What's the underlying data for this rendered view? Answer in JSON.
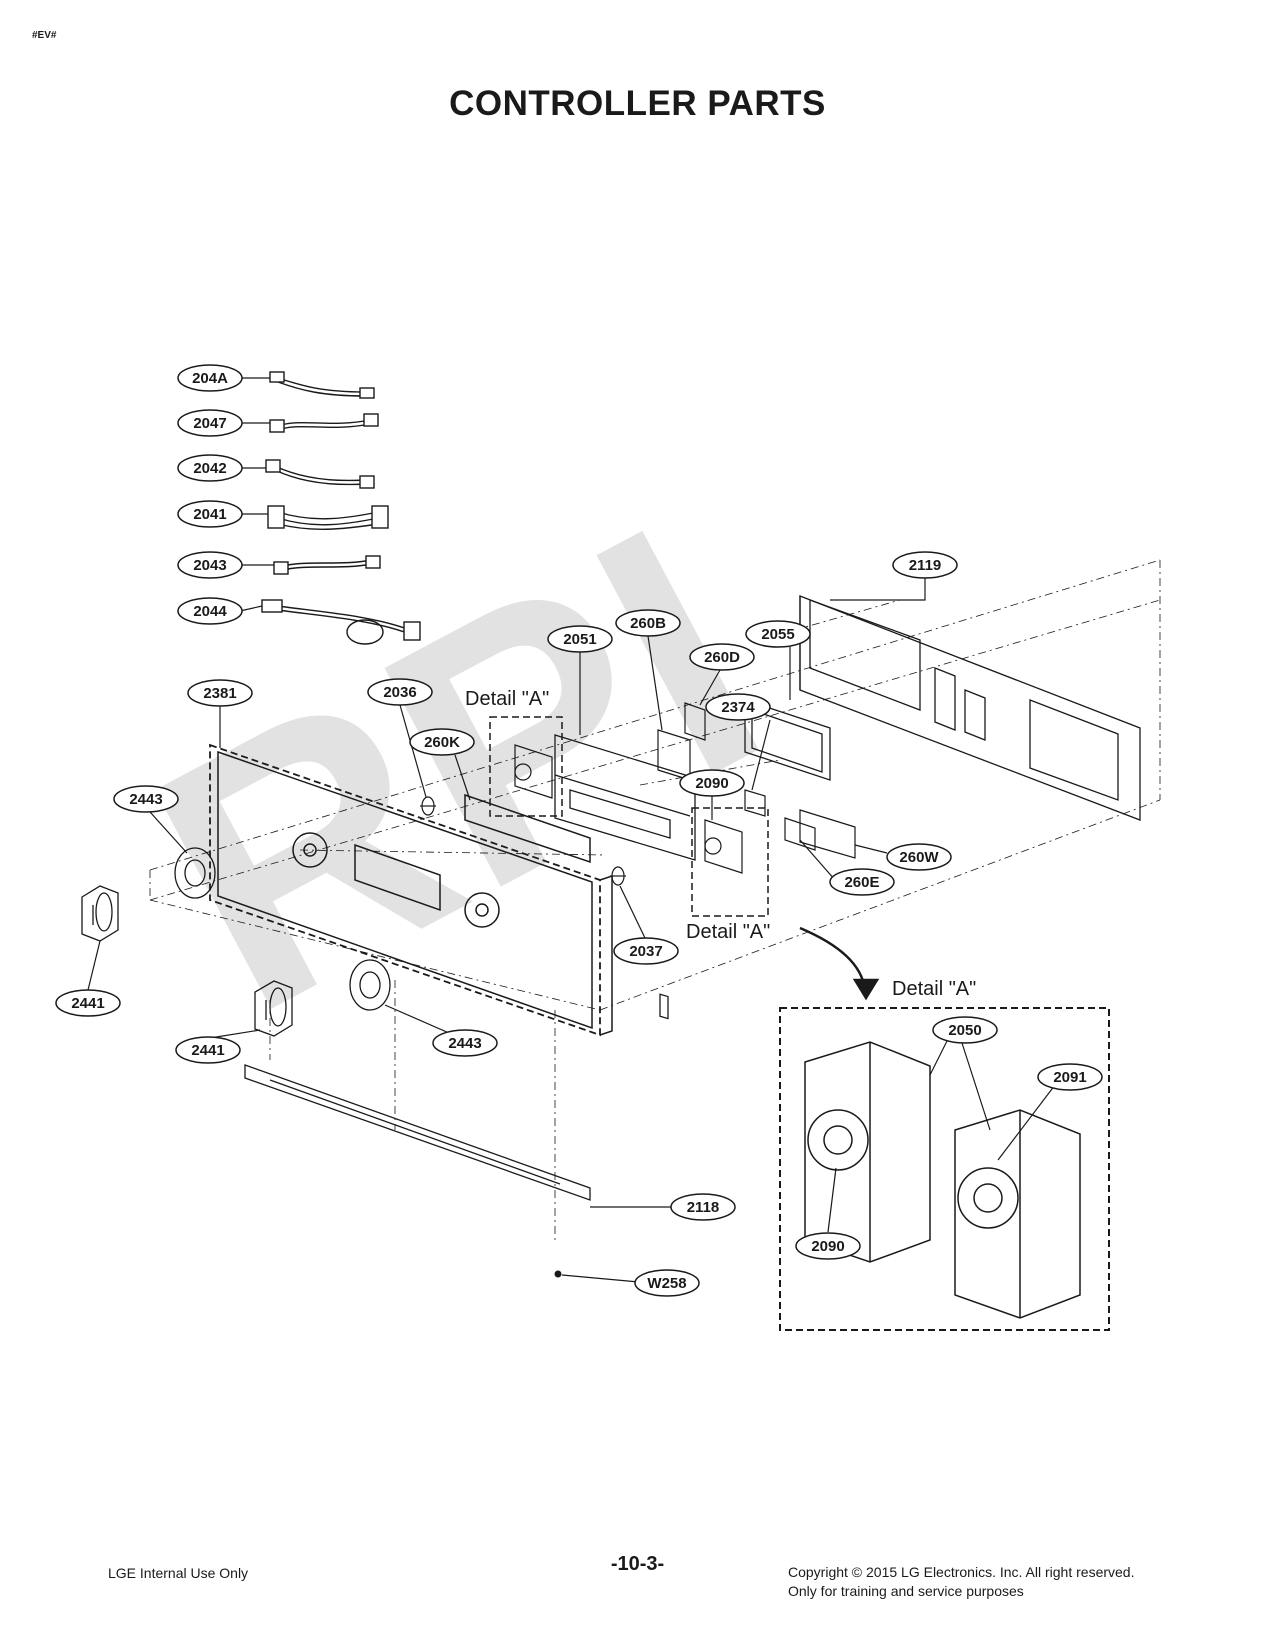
{
  "header": {
    "tag": "#EV#",
    "title": "CONTROLLER PARTS"
  },
  "watermark": "RPI",
  "detail_labels": {
    "upper": "Detail \"A\"",
    "lower": "Detail \"A\"",
    "inset": "Detail \"A\""
  },
  "callouts": {
    "p204A": "204A",
    "p2047": "2047",
    "p2042": "2042",
    "p2041": "2041",
    "p2043": "2043",
    "p2044": "2044",
    "p2119": "2119",
    "p2051": "2051",
    "p260B": "260B",
    "p2055": "2055",
    "p260D": "260D",
    "p2381": "2381",
    "p2036": "2036",
    "p2374": "2374",
    "p260K": "260K",
    "p2090a": "2090",
    "p2443a": "2443",
    "p260W": "260W",
    "p260E": "260E",
    "p2037": "2037",
    "p2441a": "2441",
    "p2441b": "2441",
    "p2443b": "2443",
    "p2118": "2118",
    "pW258": "W258",
    "p2050": "2050",
    "p2091": "2091",
    "p2090b": "2090"
  },
  "footer": {
    "left": "LGE Internal Use Only",
    "page": "-10-3-",
    "copyright": "Copyright © 2015 LG Electronics. Inc. All right reserved.",
    "training": "Only for training and service purposes"
  },
  "colors": {
    "line": "#1a1a1a",
    "watermark": "#d9d9d9"
  }
}
